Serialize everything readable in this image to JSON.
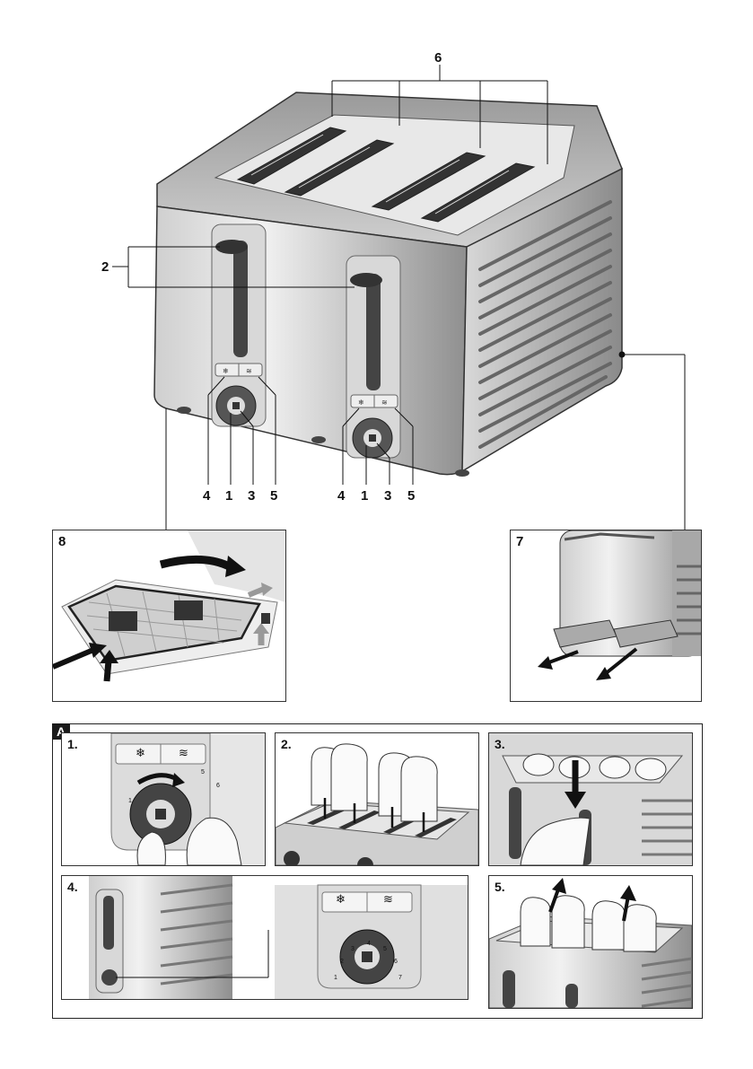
{
  "callouts": {
    "slots": "6",
    "lever_left": "2",
    "bottom_left": [
      "4",
      "1",
      "3",
      "5"
    ],
    "bottom_right": [
      "4",
      "1",
      "3",
      "5"
    ]
  },
  "detail_panels": {
    "crumb_tray": "8",
    "bun_warmer": "7"
  },
  "section_a": {
    "badge": "A",
    "steps": [
      "1.",
      "2.",
      "3.",
      "4.",
      "5."
    ],
    "dial_ticks": [
      "1",
      "2",
      "3",
      "4",
      "5",
      "6",
      "7"
    ],
    "step1_ticks": [
      "1",
      "5",
      "6"
    ],
    "defrost_symbol": "❄",
    "reheat_symbol": "≋"
  },
  "colors": {
    "metal_light": "#e6e6e6",
    "metal_mid": "#b5b5b5",
    "metal_dark": "#555555",
    "slot_dark": "#3a3a3a",
    "badge_bg": "#1a1a1a"
  }
}
